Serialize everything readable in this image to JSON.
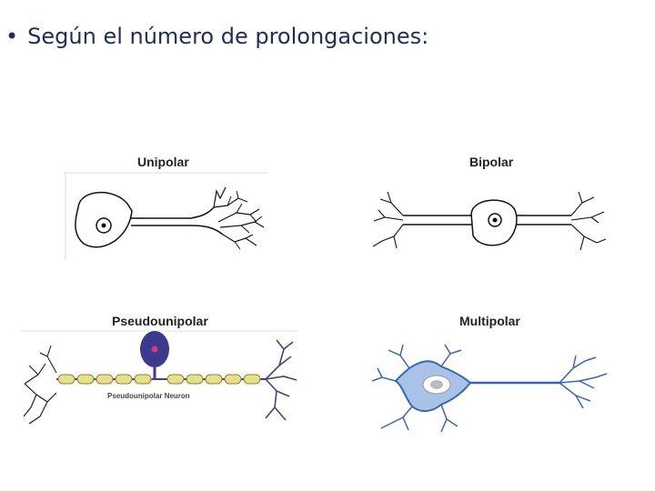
{
  "slide": {
    "bullet": "•",
    "heading": "Según el número de prolongaciones:"
  },
  "neurons": {
    "unipolar": {
      "title": "Unipolar"
    },
    "bipolar": {
      "title": "Bipolar"
    },
    "pseudounipolar": {
      "title": "Pseudounipolar",
      "caption": "Pseudounipolar Neuron"
    },
    "multipolar": {
      "title": "Multipolar"
    }
  },
  "colors": {
    "heading": "#1f2d5c",
    "pseudo_soma": "#3b3a8c",
    "pseudo_nucleus": "#e0338a",
    "myelin": "#e6e08a",
    "pseudo_dendrite": "#4a3f7a",
    "multi_fill": "#a9c3e8",
    "multi_stroke": "#3a66b0"
  }
}
